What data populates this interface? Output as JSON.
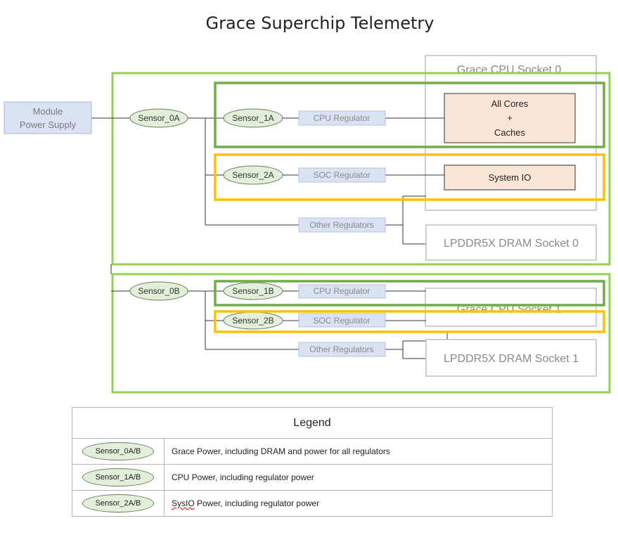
{
  "title": "Grace Superchip Telemetry",
  "module": {
    "line1": "Module",
    "line2": "Power Supply"
  },
  "socket0": {
    "cpu_socket_label": "Grace CPU Socket 0",
    "dram_label": "LPDDR5X DRAM Socket 0",
    "sensor_0": "Sensor_0A",
    "sensor_1": "Sensor_1A",
    "sensor_2": "Sensor_2A",
    "cpu_regulator": "CPU Regulator",
    "soc_regulator": "SOC Regulator",
    "other_regulators": "Other Regulators",
    "cores": {
      "line1": "All Cores",
      "line2": "+",
      "line3": "Caches"
    },
    "system_io": "System IO"
  },
  "socket1": {
    "cpu_socket_label": "Grace CPU Socket 1",
    "dram_label": "LPDDR5X DRAM Socket 1",
    "sensor_0": "Sensor_0B",
    "sensor_1": "Sensor_1B",
    "sensor_2": "Sensor_2B",
    "cpu_regulator": "CPU Regulator",
    "soc_regulator": "SOC Regulator",
    "other_regulators": "Other Regulators"
  },
  "legend": {
    "title": "Legend",
    "rows": [
      {
        "sensor": "Sensor_0A/B",
        "description": "Grace Power, including DRAM and power for all regulators"
      },
      {
        "sensor": "Sensor_1A/B",
        "description": "CPU Power, including regulator power"
      },
      {
        "sensor": "Sensor_2A/B",
        "desc_word": "SysIO",
        "desc_rest": " Power, including regulator power"
      }
    ]
  },
  "colors": {
    "outer_frame": "#92d050",
    "cpu_domain": "#70ad47",
    "soc_domain": "#ffc000",
    "sensor_fill": "#e2efda",
    "regulator_fill": "#dae3f3",
    "compute_fill": "#fbe5d6",
    "module_fill": "#dae3f3",
    "socket_border": "#bfbfbf"
  }
}
